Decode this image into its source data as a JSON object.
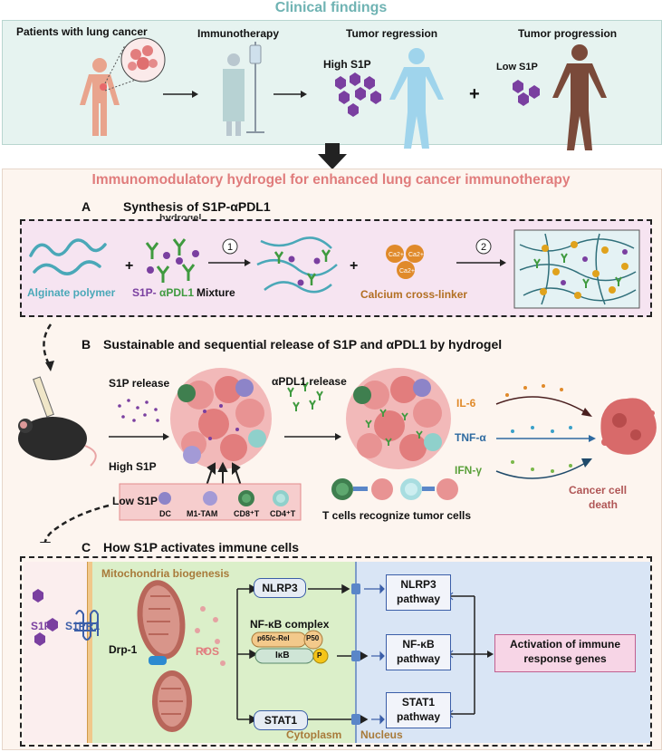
{
  "top": {
    "title": "Clinical findings",
    "stages": [
      "Patients with lung cancer",
      "Immunotherapy",
      "Tumor regression",
      "Tumor progression"
    ],
    "high_s1p": "High S1P",
    "low_s1p": "Low S1P",
    "plus": "+"
  },
  "main_title": "Immunomodulatory hydrogel for enhanced lung cancer immunotherapy",
  "panel_a": {
    "letter": "A",
    "title": "Synthesis of S1P-αPDL1",
    "title_overlap": "hydrogel",
    "alginate": "Alginate polymer",
    "s1p": "S1P-",
    "apdl1": "αPDL1",
    "mixture": "Mixture",
    "step1": "1",
    "step2": "2",
    "calcium": "Calcium cross-linker",
    "ca_ions": [
      "Ca2+",
      "Ca2+",
      "Ca2+"
    ],
    "plus": "+"
  },
  "panel_b": {
    "letter": "B",
    "title": "Sustainable and sequential release of  S1P and αPDL1 by hydrogel",
    "s1p_release": "S1P release",
    "apdl1_release": "αPDL1 release",
    "high_s1p": "High S1P",
    "low_s1p": "Low S1P",
    "cells": [
      "DC",
      "M1-TAM",
      "CD8⁺T",
      "CD4⁺T"
    ],
    "cytokines": [
      "IL-6",
      "TNF-α",
      "IFN-γ"
    ],
    "recognize": "T cells recognize tumor cells",
    "death_l1": "Cancer cell",
    "death_l2": "death"
  },
  "panel_c": {
    "letter": "C",
    "title": "How S1P activates immune cells",
    "s1p": "S1P",
    "s1pr1": "S1PR1",
    "mito": "Mitochondria biogenesis",
    "drp1": "Drp-1",
    "ros": "ROS",
    "nlrp3": "NLRP3",
    "nfkb_complex": "NF-κB complex",
    "p65": "p65/c-Rel",
    "p50": "P50",
    "ikb": "IκB",
    "p": "P",
    "stat1": "STAT1",
    "path_nlrp3": [
      "NLRP3",
      "pathway"
    ],
    "path_nfkb": [
      "NF-κB",
      "pathway"
    ],
    "path_stat1": [
      "STAT1",
      "pathway"
    ],
    "activation": [
      "Activation of immune",
      "response genes"
    ],
    "cytoplasm": "Cytoplasm",
    "nucleus": "Nucleus"
  },
  "colors": {
    "teal_title": "#6fb3b3",
    "pink_title": "#e07c7c",
    "s1p_purple": "#7a3fa0",
    "antibody_green": "#3f9a3f",
    "alginate_teal": "#4aa8b8",
    "calcium_orange": "#e08a2a",
    "cyto_green": "#dbefc9",
    "nucleus_blue": "#d9e5f5"
  }
}
